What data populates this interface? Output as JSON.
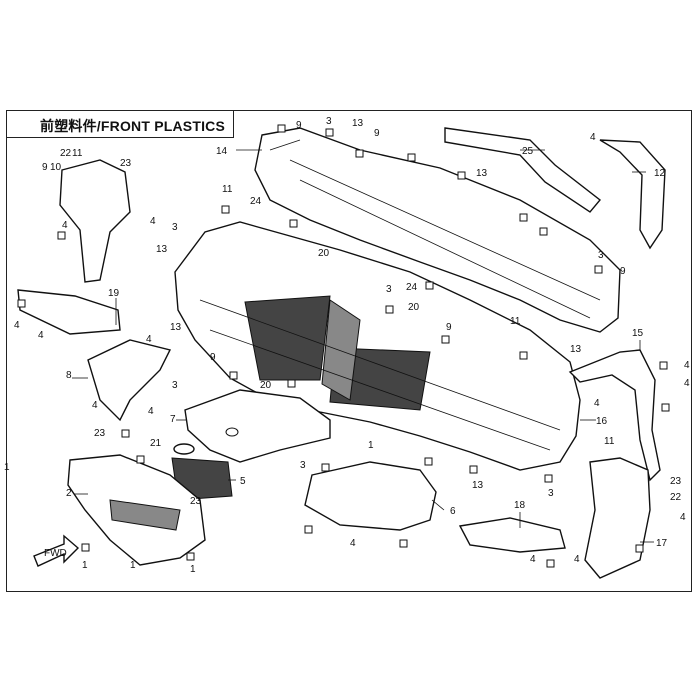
{
  "title": "前塑料件/FRONT PLASTICS",
  "callouts": [
    "1",
    "2",
    "3",
    "4",
    "5",
    "6",
    "7",
    "8",
    "9",
    "10",
    "11",
    "12",
    "13",
    "14",
    "15",
    "16",
    "17",
    "18",
    "19",
    "20",
    "21",
    "22",
    "23",
    "24",
    "25"
  ],
  "colors": {
    "line": "#111111",
    "background": "#ffffff",
    "shade": "#444444"
  }
}
